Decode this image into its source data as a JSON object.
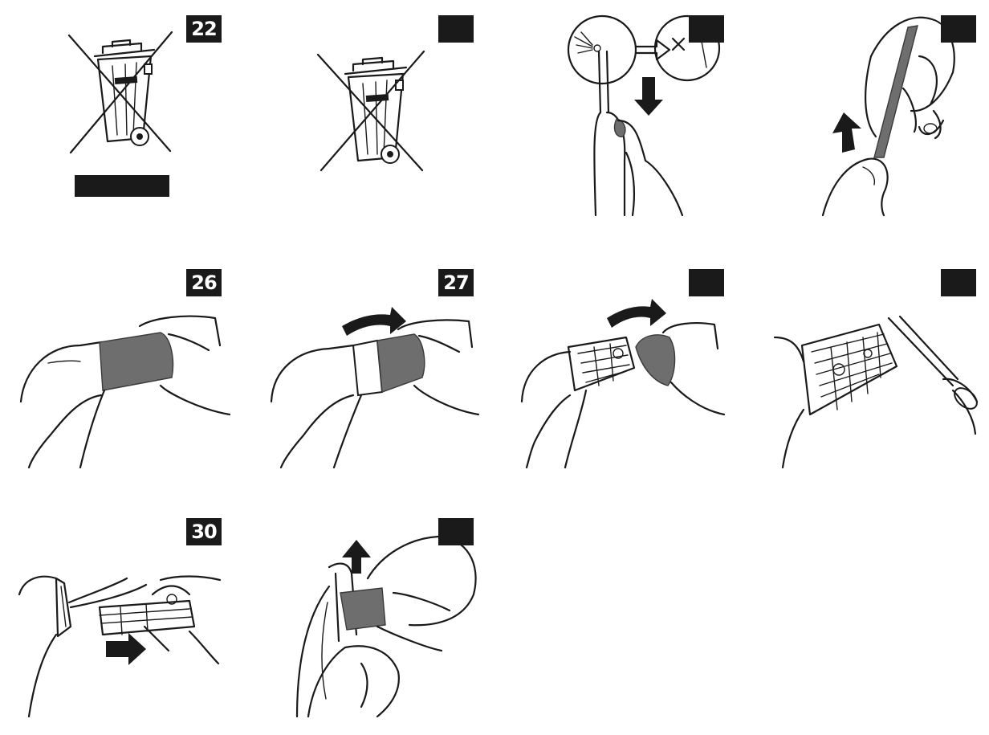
{
  "panels": [
    {
      "id": "panel-22",
      "step": "22"
    },
    {
      "id": "panel-23",
      "step": ""
    },
    {
      "id": "panel-24",
      "step": ""
    },
    {
      "id": "panel-25",
      "step": ""
    },
    {
      "id": "panel-26",
      "step": "26"
    },
    {
      "id": "panel-27",
      "step": "27"
    },
    {
      "id": "panel-28",
      "step": ""
    },
    {
      "id": "panel-29",
      "step": ""
    },
    {
      "id": "panel-30",
      "step": "30"
    },
    {
      "id": "panel-31",
      "step": ""
    }
  ],
  "colors": {
    "badge": "#1a1a1a",
    "line": "#1a1a1a",
    "shade": "#6e6e6e"
  }
}
